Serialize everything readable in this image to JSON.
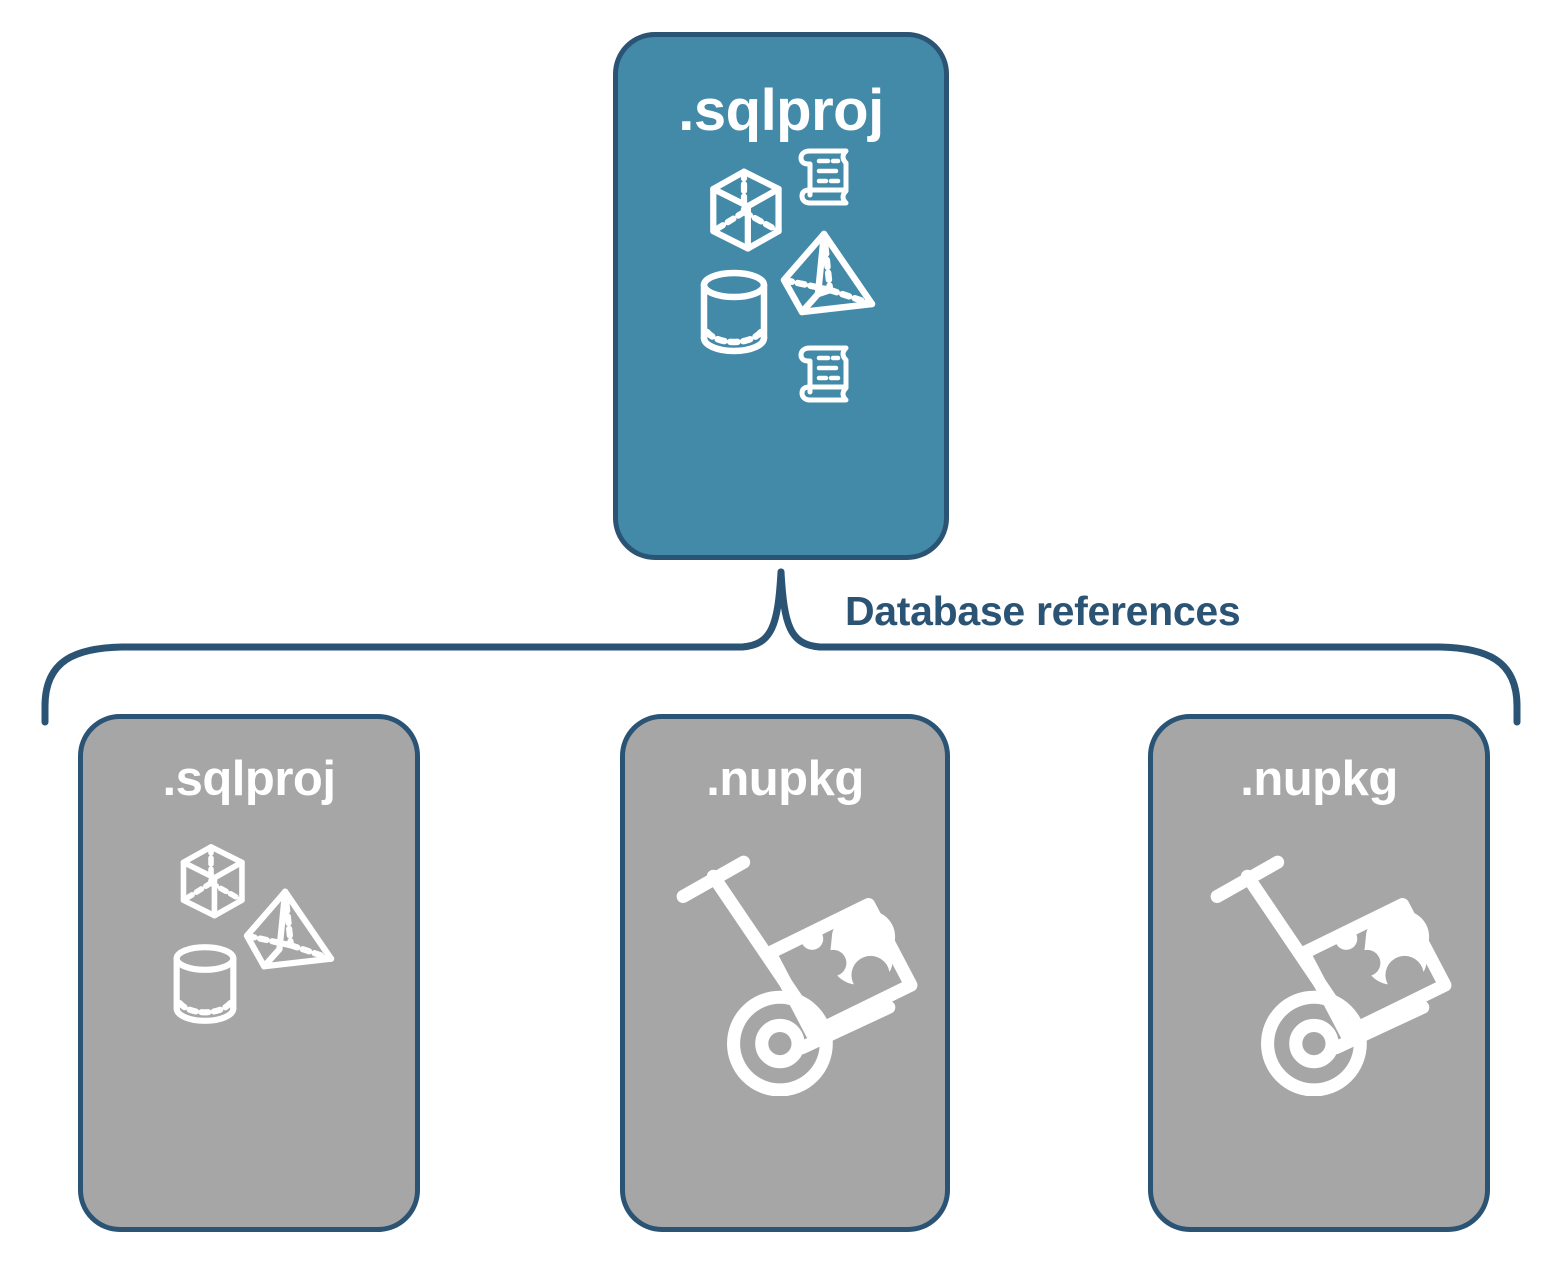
{
  "diagram": {
    "title": "SQL project database references",
    "accent_color": "#4389a8",
    "border_color": "#2b5374",
    "secondary_color": "#a6a6a6",
    "label_color": "#2b5374",
    "icon_color": "#ffffff",
    "background": "#ffffff"
  },
  "root": {
    "label": ".sqlproj",
    "icons": [
      "cube-icon",
      "scroll-icon",
      "pyramid-icon",
      "cylinder-icon",
      "scroll-icon"
    ]
  },
  "connector": {
    "label": "Database references",
    "style": "curly-brace",
    "direction": "top-to-bottom"
  },
  "children": [
    {
      "label": ".sqlproj",
      "kind": "sql-project",
      "icons": [
        "cube-icon",
        "pyramid-icon",
        "cylinder-icon"
      ]
    },
    {
      "label": ".nupkg",
      "kind": "nuget-package",
      "icons": [
        "nuget-package-icon"
      ]
    },
    {
      "label": ".nupkg",
      "kind": "nuget-package",
      "icons": [
        "nuget-package-icon"
      ]
    }
  ]
}
